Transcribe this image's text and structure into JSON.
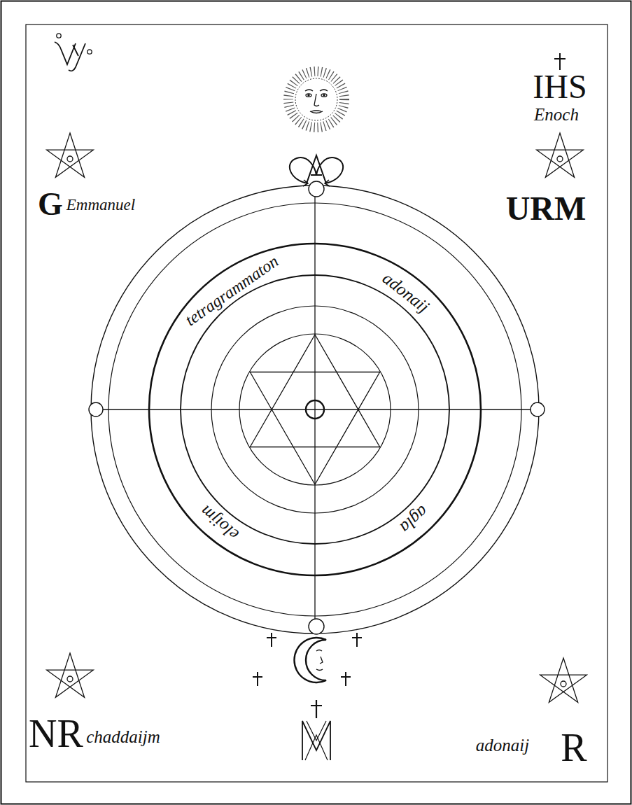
{
  "diagram": {
    "labels": [
      "IHS",
      "Enoch",
      "G",
      "Emmanuel",
      "URM",
      "tetragrammaton",
      "adonaij",
      "eloijm",
      "agla",
      "NR",
      "chaddaijm",
      "adonaij",
      "R"
    ]
  }
}
